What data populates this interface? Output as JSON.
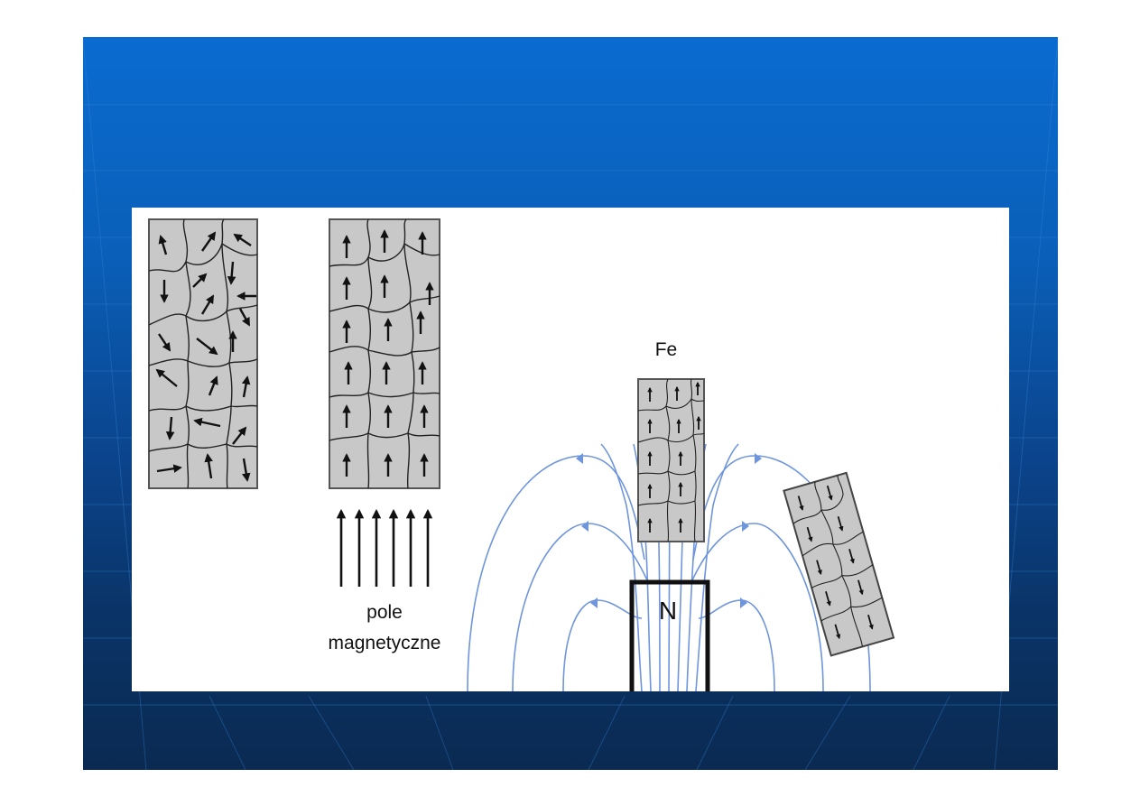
{
  "labels": {
    "iron": "Fe",
    "field_line1": "pole",
    "field_line2": "magnetyczne",
    "pole": "N"
  },
  "colors": {
    "slide_top": "#0a6bd0",
    "slide_bottom": "#0a2a52",
    "field_lines": "#6f95dc",
    "domain_fill": "#c8c8c8",
    "magnet_outline": "#111111"
  }
}
